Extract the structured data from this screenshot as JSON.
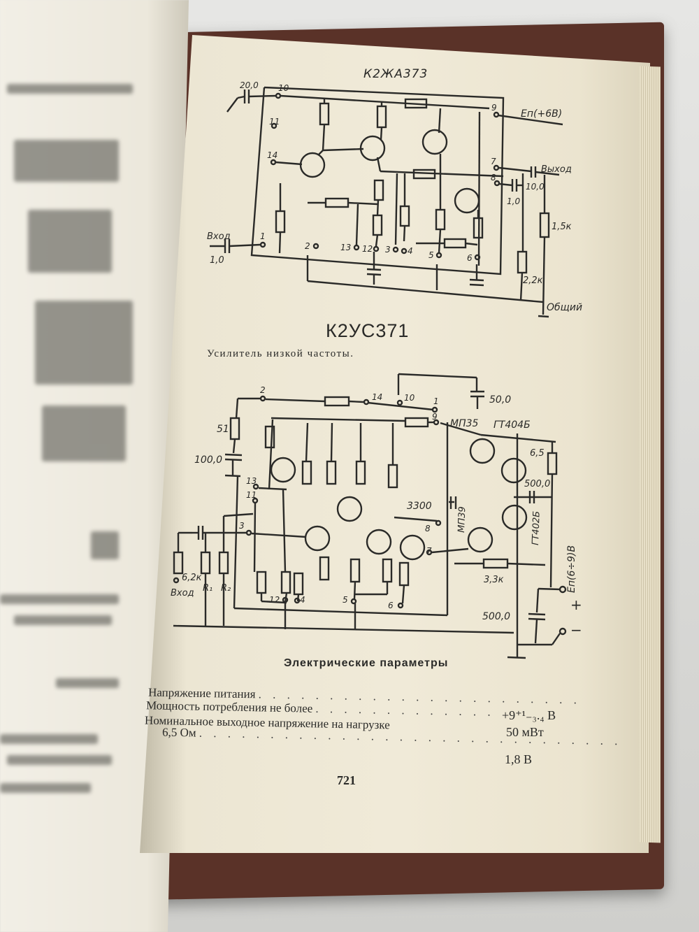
{
  "page": {
    "circuit1_title": "К2ЖА373",
    "circuit2_title": "К2УС371",
    "circuit2_subtitle": "Усилитель низкой частоты.",
    "params_heading": "Электрические параметры",
    "page_number": "721"
  },
  "params": [
    {
      "label": "Напряжение питания",
      "value": "+9⁺¹₋₃.₄ В"
    },
    {
      "label": "Мощность потребления не более",
      "value": "50 мВт"
    },
    {
      "label": "Номинальное выходное напряжение на нагрузке",
      "value": ""
    },
    {
      "label": "6,5 Ом",
      "value": "1,8 В"
    }
  ],
  "circuit1": {
    "labels": {
      "c_in": "20,0",
      "pin10": "10",
      "pin11": "11",
      "pin14": "14",
      "pin9": "9",
      "supply": "Eп(+6В)",
      "pin7": "7",
      "pin8": "8",
      "out": "Выход",
      "c_out1": "1,0",
      "c_out2": "10,0",
      "r_out": "1,5к",
      "r2": "2,2к",
      "in": "Вход",
      "c_in2": "1,0",
      "pin1": "1",
      "pin2": "2",
      "pin13": "13",
      "pin12": "12",
      "pin3": "3",
      "pin4": "4",
      "pin5": "5",
      "pin6": "6",
      "gnd": "Общий"
    }
  },
  "circuit2": {
    "labels": {
      "pin2": "2",
      "pin14": "14",
      "pin10": "10",
      "pin1": "1",
      "pin9": "9",
      "c_top": "50,0",
      "r51": "51",
      "c100": "100,0",
      "mp35": "МП35",
      "gt404": "ГТ404Б",
      "r65": "6,5",
      "c500a": "500,0",
      "pin13": "13",
      "pin11": "11",
      "c3300": "3300",
      "mp39": "МП39",
      "gt402": "ГТ402Б",
      "pin3": "3",
      "pin8": "8",
      "pin7": "7",
      "r62": "6,2к",
      "in": "Вход",
      "r1": "R₁",
      "r2": "R₂",
      "r33": "3,3к",
      "supply": "Eп(6÷9)В",
      "pin12": "12",
      "pin4": "4",
      "pin5": "5",
      "pin6": "6",
      "c500b": "500,0",
      "plus": "+",
      "minus": "−"
    }
  },
  "colors": {
    "paper": "#efe9d6",
    "ink": "#2a2a28",
    "cover": "#5a3228"
  }
}
